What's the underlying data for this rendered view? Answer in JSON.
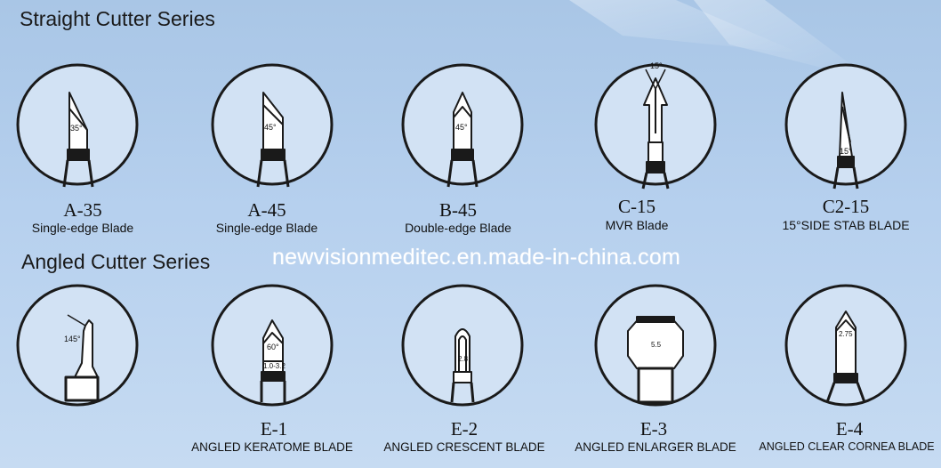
{
  "sections": {
    "straight": "Straight Cutter Series",
    "angled": "Angled Cutter Series"
  },
  "watermark": "newvisionmeditec.en.made-in-china.com",
  "straight_blades": [
    {
      "code": "A-35",
      "name": "Single-edge Blade",
      "angle": "35°"
    },
    {
      "code": "A-45",
      "name": "Single-edge Blade",
      "angle": "45°"
    },
    {
      "code": "B-45",
      "name": "Double-edge Blade",
      "angle": "45°"
    },
    {
      "code": "C-15",
      "name": "MVR Blade",
      "angle": "15°"
    },
    {
      "code": "C2-15",
      "name": "15°SIDE STAB BLADE",
      "angle": "15°"
    }
  ],
  "angled_blades": [
    {
      "code": "",
      "name": "",
      "angle": "145°"
    },
    {
      "code": "E-1",
      "name": "ANGLED KERATOME BLADE",
      "angle": "60°",
      "dim": "1.0-3.2"
    },
    {
      "code": "E-2",
      "name": "ANGLED CRESCENT BLADE",
      "dim": "2.8"
    },
    {
      "code": "E-3",
      "name": "ANGLED ENLARGER BLADE",
      "dim": "5.5"
    },
    {
      "code": "E-4",
      "name": "ANGLED CLEAR CORNEA BLADE",
      "dim": "2.75"
    }
  ],
  "colors": {
    "background": "#b6d0ee",
    "circle_fill": "#d2e2f4",
    "outline": "#1a1a1a",
    "watermark": "#ffffff"
  }
}
